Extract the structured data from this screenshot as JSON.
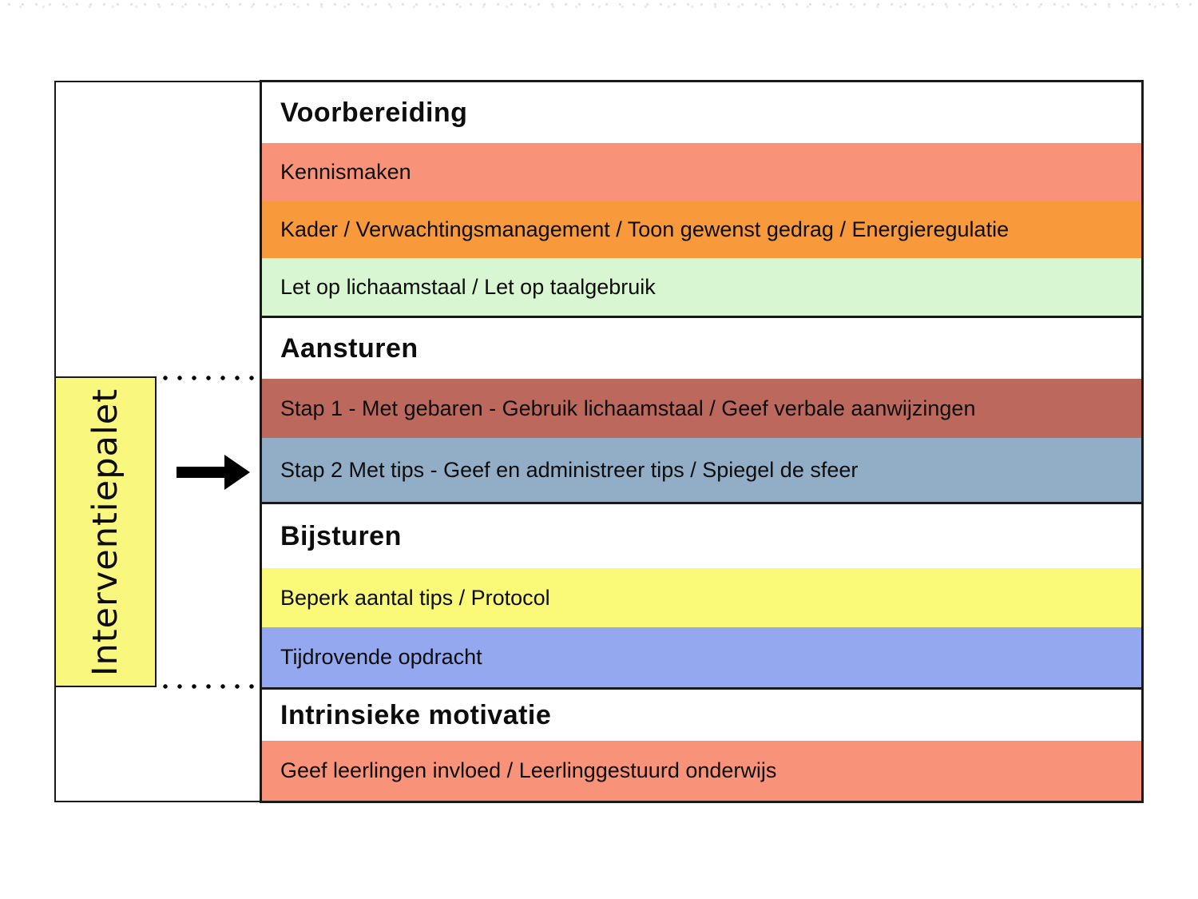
{
  "diagram": {
    "palette_label": "Interventiepalet",
    "sections": [
      {
        "title": "Voorbereiding",
        "rows": [
          {
            "label": "Kennismaken",
            "color": "salmon"
          },
          {
            "label": "Kader / Verwachtingsmanagement / Toon gewenst gedrag / Energieregulatie",
            "color": "orange"
          },
          {
            "label": "Let op lichaamstaal / Let op taalgebruik",
            "color": "green"
          }
        ]
      },
      {
        "title": "Aansturen",
        "rows": [
          {
            "label": "Stap 1 - Met gebaren - Gebruik lichaamstaal / Geef verbale aanwijzingen",
            "color": "brick"
          },
          {
            "label": "Stap 2 Met tips - Geef en administreer tips / Spiegel de sfeer",
            "color": "bluegray"
          }
        ]
      },
      {
        "title": "Bijsturen",
        "rows": [
          {
            "label": "Beperk aantal tips / Protocol",
            "color": "yellow"
          },
          {
            "label": "Tijdrovende opdracht",
            "color": "periwinkle"
          }
        ]
      },
      {
        "title": "Intrinsieke motivatie",
        "rows": [
          {
            "label": "Geef leerlingen invloed / Leerlinggestuurd onderwijs",
            "color": "salmon"
          }
        ]
      }
    ],
    "colors": {
      "salmon": "#F8937A",
      "orange": "#F8993C",
      "green": "#D9F6D2",
      "brick": "#BD685D",
      "bluegray": "#92AEC7",
      "yellow": "#FBF978",
      "periwinkle": "#93A8EF",
      "palette_bg": "#F9F77D",
      "line": "#1A1A1A",
      "text": "#0D0D0D"
    }
  }
}
